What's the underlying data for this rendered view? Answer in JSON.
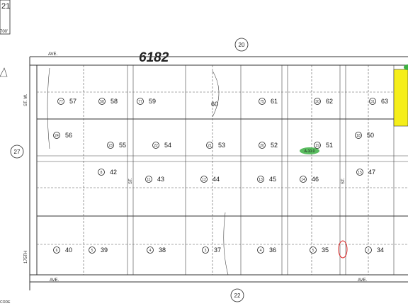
{
  "header": {
    "corner_number": "21",
    "corner_scale": "700'",
    "map_number": "6182",
    "top_page": "20",
    "bottom_page": "22",
    "left_page": "27",
    "footer_code": "CODE"
  },
  "streets": {
    "top_ave": "AVE.",
    "bottom_ave": "AVE.",
    "bottom_ave_right": "AVE.",
    "left_st": "ST. W.",
    "left_175": "175TH",
    "mid_st": "ST.",
    "right_st": "ST."
  },
  "lots": [
    {
      "num": "57",
      "code": "77"
    },
    {
      "num": "58",
      "code": "58"
    },
    {
      "num": "59",
      "code": "77"
    },
    {
      "num": "60",
      "code": ""
    },
    {
      "num": "61",
      "code": "75"
    },
    {
      "num": "62",
      "code": "30"
    },
    {
      "num": "63",
      "code": "31"
    },
    {
      "num": "56",
      "code": "24"
    },
    {
      "num": "55",
      "code": "23"
    },
    {
      "num": "54",
      "code": "22"
    },
    {
      "num": "53",
      "code": "21"
    },
    {
      "num": "52",
      "code": "20"
    },
    {
      "num": "51",
      "code": "19"
    },
    {
      "num": "50",
      "code": "18"
    },
    {
      "num": "42",
      "code": "8"
    },
    {
      "num": "43",
      "code": "11"
    },
    {
      "num": "44",
      "code": "12"
    },
    {
      "num": "45",
      "code": "13"
    },
    {
      "num": "46",
      "code": "14"
    },
    {
      "num": "47",
      "code": "15"
    },
    {
      "num": "40",
      "code": "6"
    },
    {
      "num": "39",
      "code": "5"
    },
    {
      "num": "38",
      "code": "4"
    },
    {
      "num": "37",
      "code": "3"
    },
    {
      "num": "36",
      "code": "4"
    },
    {
      "num": "35",
      "code": "5"
    },
    {
      "num": "34",
      "code": "2"
    }
  ],
  "highlight": {
    "label": "A-10.0",
    "color": "#3cb043"
  },
  "yellow_parcel_color": "#f5ee1a"
}
